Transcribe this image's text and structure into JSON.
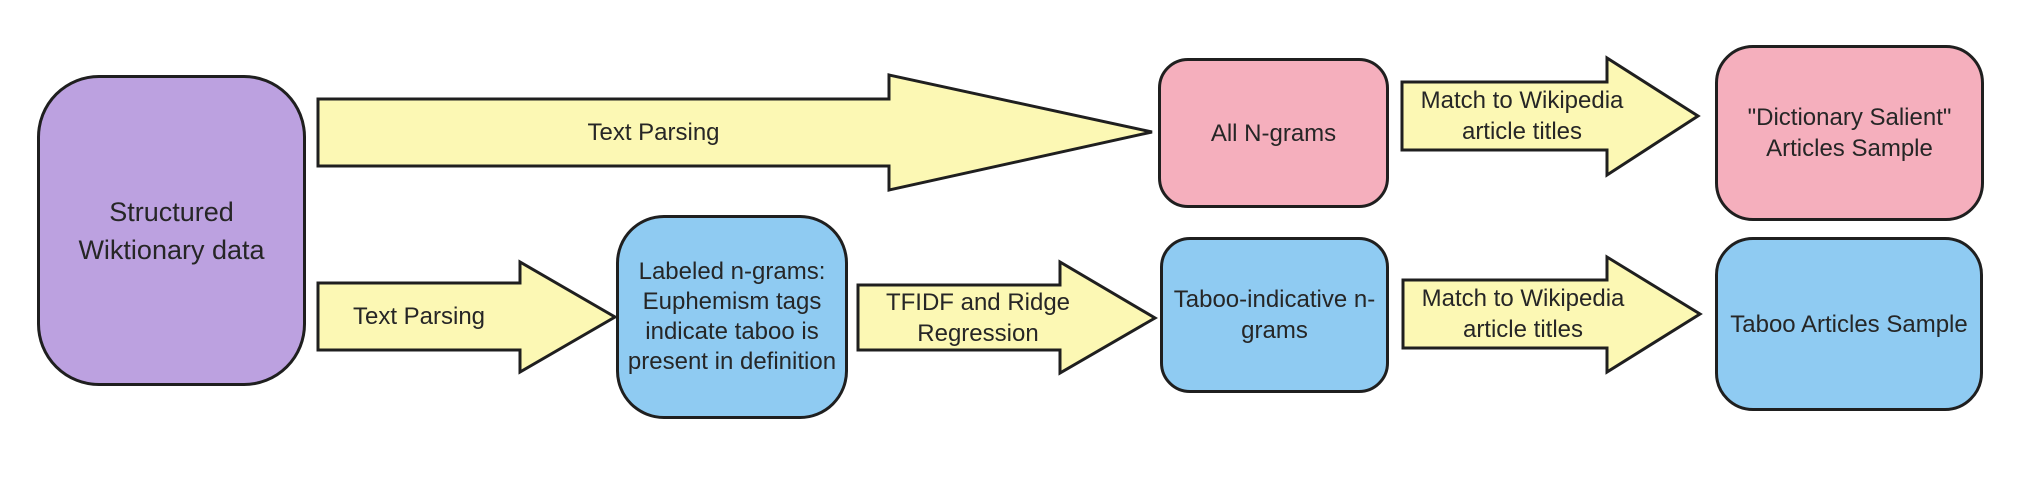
{
  "colors": {
    "purple": "#bca1e0",
    "pink": "#f5afbd",
    "blue": "#8fcbf2",
    "yellow": "#fcf8b4",
    "stroke": "#1f1f1f",
    "text": "#262626"
  },
  "nodes": {
    "source": {
      "label": "Structured\nWiktionary data"
    },
    "all_ngrams": {
      "label": "All N-grams"
    },
    "dictionary_salient": {
      "label": "\"Dictionary Salient\"\nArticles Sample"
    },
    "labeled_ngrams": {
      "label": "Labeled n-grams:\nEuphemism tags\nindicate taboo is\npresent in definition"
    },
    "taboo_indicative_ngrams": {
      "label": "Taboo-indicative n-\ngrams"
    },
    "taboo_articles": {
      "label": "Taboo Articles Sample"
    }
  },
  "arrows": {
    "text_parsing_top": {
      "label": "Text Parsing"
    },
    "match_to_wikipedia_top": {
      "label": "Match to Wikipedia\narticle titles"
    },
    "text_parsing_bottom": {
      "label": "Text Parsing"
    },
    "tfidf_ridge": {
      "label": "TFIDF and Ridge\nRegression"
    },
    "match_to_wikipedia_bottom": {
      "label": "Match to Wikipedia\narticle titles"
    }
  }
}
